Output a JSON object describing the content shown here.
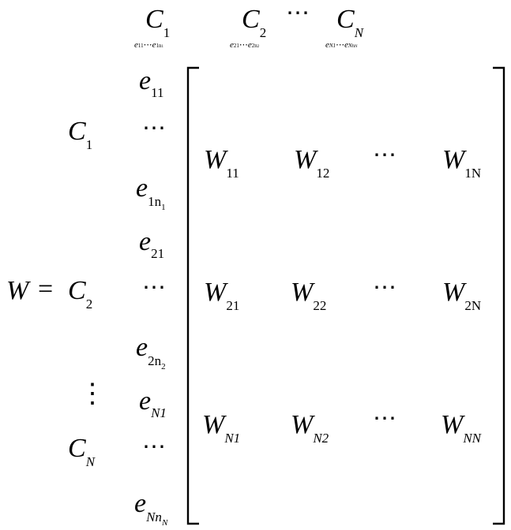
{
  "lhs": "W",
  "equals": "=",
  "ellipsis": "⋯",
  "vdots": "⋮",
  "top": {
    "clusters": [
      {
        "letter": "C",
        "sub": "1",
        "range": {
          "a": "e",
          "a_sub": "11",
          "b": "e",
          "b_sub": "1n",
          "b_subsub": "1"
        }
      },
      {
        "letter": "C",
        "sub": "2",
        "range": {
          "a": "e",
          "a_sub": "21",
          "b": "e",
          "b_sub": "2n",
          "b_subsub": "2"
        }
      },
      {
        "letter": "C",
        "sub": "N",
        "range": {
          "a": "e",
          "a_sub": "N1",
          "b": "e",
          "b_sub": "Nn",
          "b_subsub": "N"
        }
      }
    ]
  },
  "left": {
    "clusters": [
      {
        "letter": "C",
        "sub": "1"
      },
      {
        "letter": "C",
        "sub": "2"
      },
      {
        "letter": "C",
        "sub": "N"
      }
    ],
    "elements": [
      {
        "letter": "e",
        "sub": "11"
      },
      {
        "letter": "e",
        "sub": "1n",
        "subsub": "1"
      },
      {
        "letter": "e",
        "sub": "21"
      },
      {
        "letter": "e",
        "sub": "2n",
        "subsub": "2"
      },
      {
        "letter": "e",
        "sub": "N1"
      },
      {
        "letter": "e",
        "sub": "Nn",
        "subsub": "N"
      }
    ]
  },
  "matrix": {
    "rows": [
      [
        {
          "letter": "W",
          "sub": "11"
        },
        {
          "letter": "W",
          "sub": "12"
        },
        {
          "letter": "W",
          "sub": "1N"
        }
      ],
      [
        {
          "letter": "W",
          "sub": "21"
        },
        {
          "letter": "W",
          "sub": "22"
        },
        {
          "letter": "W",
          "sub": "2N"
        }
      ],
      [
        {
          "letter": "W",
          "sub": "N1"
        },
        {
          "letter": "W",
          "sub": "N2"
        },
        {
          "letter": "W",
          "sub": "NN"
        }
      ]
    ]
  }
}
